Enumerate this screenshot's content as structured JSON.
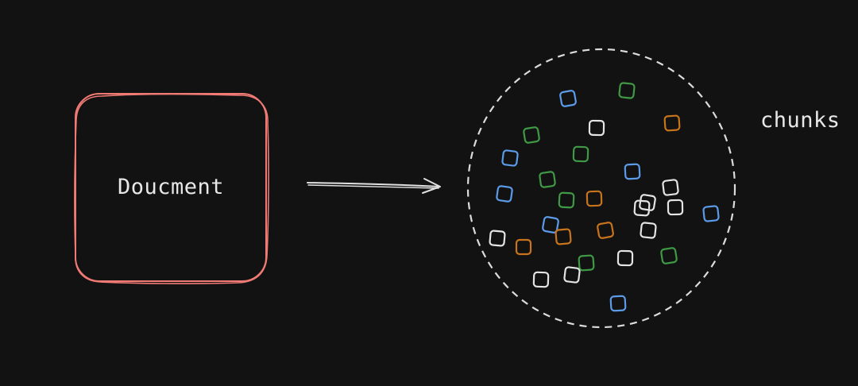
{
  "diagram": {
    "document_label": "Doucment",
    "chunks_label": "chunks"
  },
  "colors": {
    "background": "#121212",
    "document_border": "#f07a74",
    "arrow": "#e0e0e0",
    "circle_dash": "#dcdcdc",
    "blue": "#5b9be8",
    "green": "#3f9a45",
    "orange": "#c8741c",
    "white": "#e4e4e4"
  },
  "chunks": [
    {
      "color": "blue"
    },
    {
      "color": "green"
    },
    {
      "color": "white"
    },
    {
      "color": "orange"
    },
    {
      "color": "green"
    },
    {
      "color": "blue"
    },
    {
      "color": "green"
    },
    {
      "color": "blue"
    },
    {
      "color": "green"
    },
    {
      "color": "blue"
    },
    {
      "color": "green"
    },
    {
      "color": "orange"
    },
    {
      "color": "white"
    },
    {
      "color": "white"
    },
    {
      "color": "white"
    },
    {
      "color": "white"
    },
    {
      "color": "blue"
    },
    {
      "color": "blue"
    },
    {
      "color": "white"
    },
    {
      "color": "orange"
    },
    {
      "color": "orange"
    },
    {
      "color": "orange"
    },
    {
      "color": "white"
    },
    {
      "color": "white"
    },
    {
      "color": "green"
    },
    {
      "color": "green"
    },
    {
      "color": "white"
    },
    {
      "color": "white"
    },
    {
      "color": "blue"
    }
  ]
}
